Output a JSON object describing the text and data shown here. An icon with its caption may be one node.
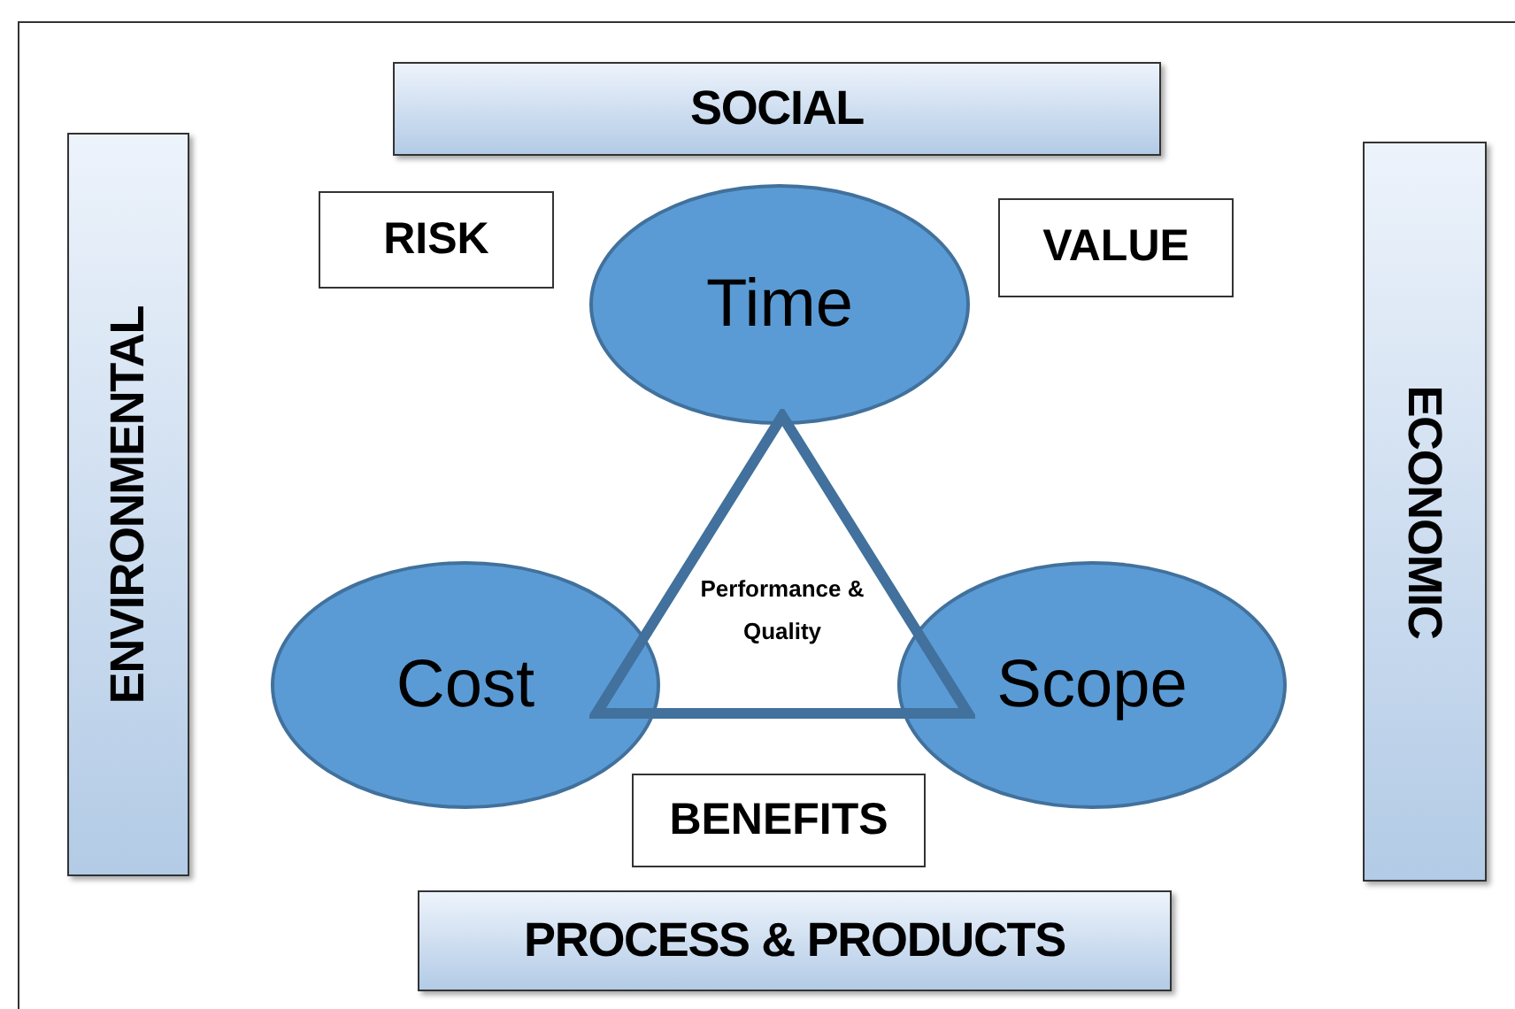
{
  "diagram": {
    "nodes": [
      {
        "text": [
          "SOCIAL"
        ]
      },
      {
        "text": [
          "RISK"
        ]
      },
      {
        "text": [
          "Time"
        ]
      },
      {
        "text": [
          "VALUE"
        ]
      },
      {
        "text": [
          "ENVIRONMENTAL"
        ]
      },
      {
        "text": [
          "ECONOMIC"
        ]
      },
      {
        "text": [
          "Cost"
        ]
      },
      {
        "text": [
          "Performance & Quality"
        ]
      },
      {
        "text": [
          "Scope"
        ]
      },
      {
        "text": [
          "BENEFITS"
        ]
      },
      {
        "text": [
          "PROCESS & PRODUCTS"
        ]
      }
    ]
  }
}
